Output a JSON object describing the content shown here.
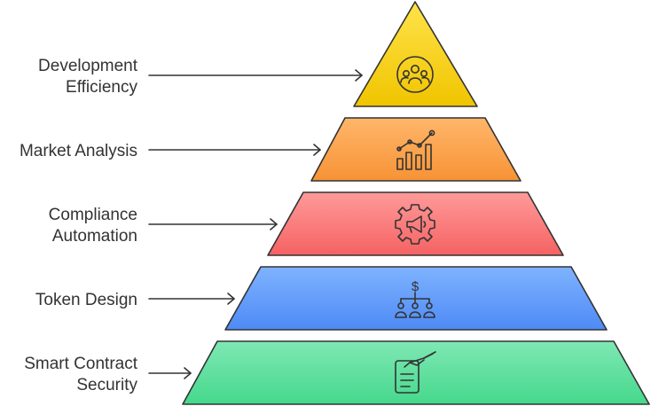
{
  "levels": [
    {
      "label_lines": [
        "Development",
        "Efficiency"
      ],
      "icon": "team-circle-icon",
      "color_top": "#ffe34a",
      "color_bottom": "#f0c400"
    },
    {
      "label_lines": [
        "Market Analysis"
      ],
      "icon": "growth-chart-icon",
      "color_top": "#ffb66a",
      "color_bottom": "#f79336"
    },
    {
      "label_lines": [
        "Compliance",
        "Automation"
      ],
      "icon": "megaphone-gear-icon",
      "color_top": "#ff9a9a",
      "color_bottom": "#f56262"
    },
    {
      "label_lines": [
        "Token Design"
      ],
      "icon": "token-distribution-icon",
      "color_top": "#7fb3ff",
      "color_bottom": "#4d8af5"
    },
    {
      "label_lines": [
        "Smart Contract",
        "Security"
      ],
      "icon": "contract-signing-icon",
      "color_top": "#7fe8b4",
      "color_bottom": "#45d88c"
    }
  ]
}
